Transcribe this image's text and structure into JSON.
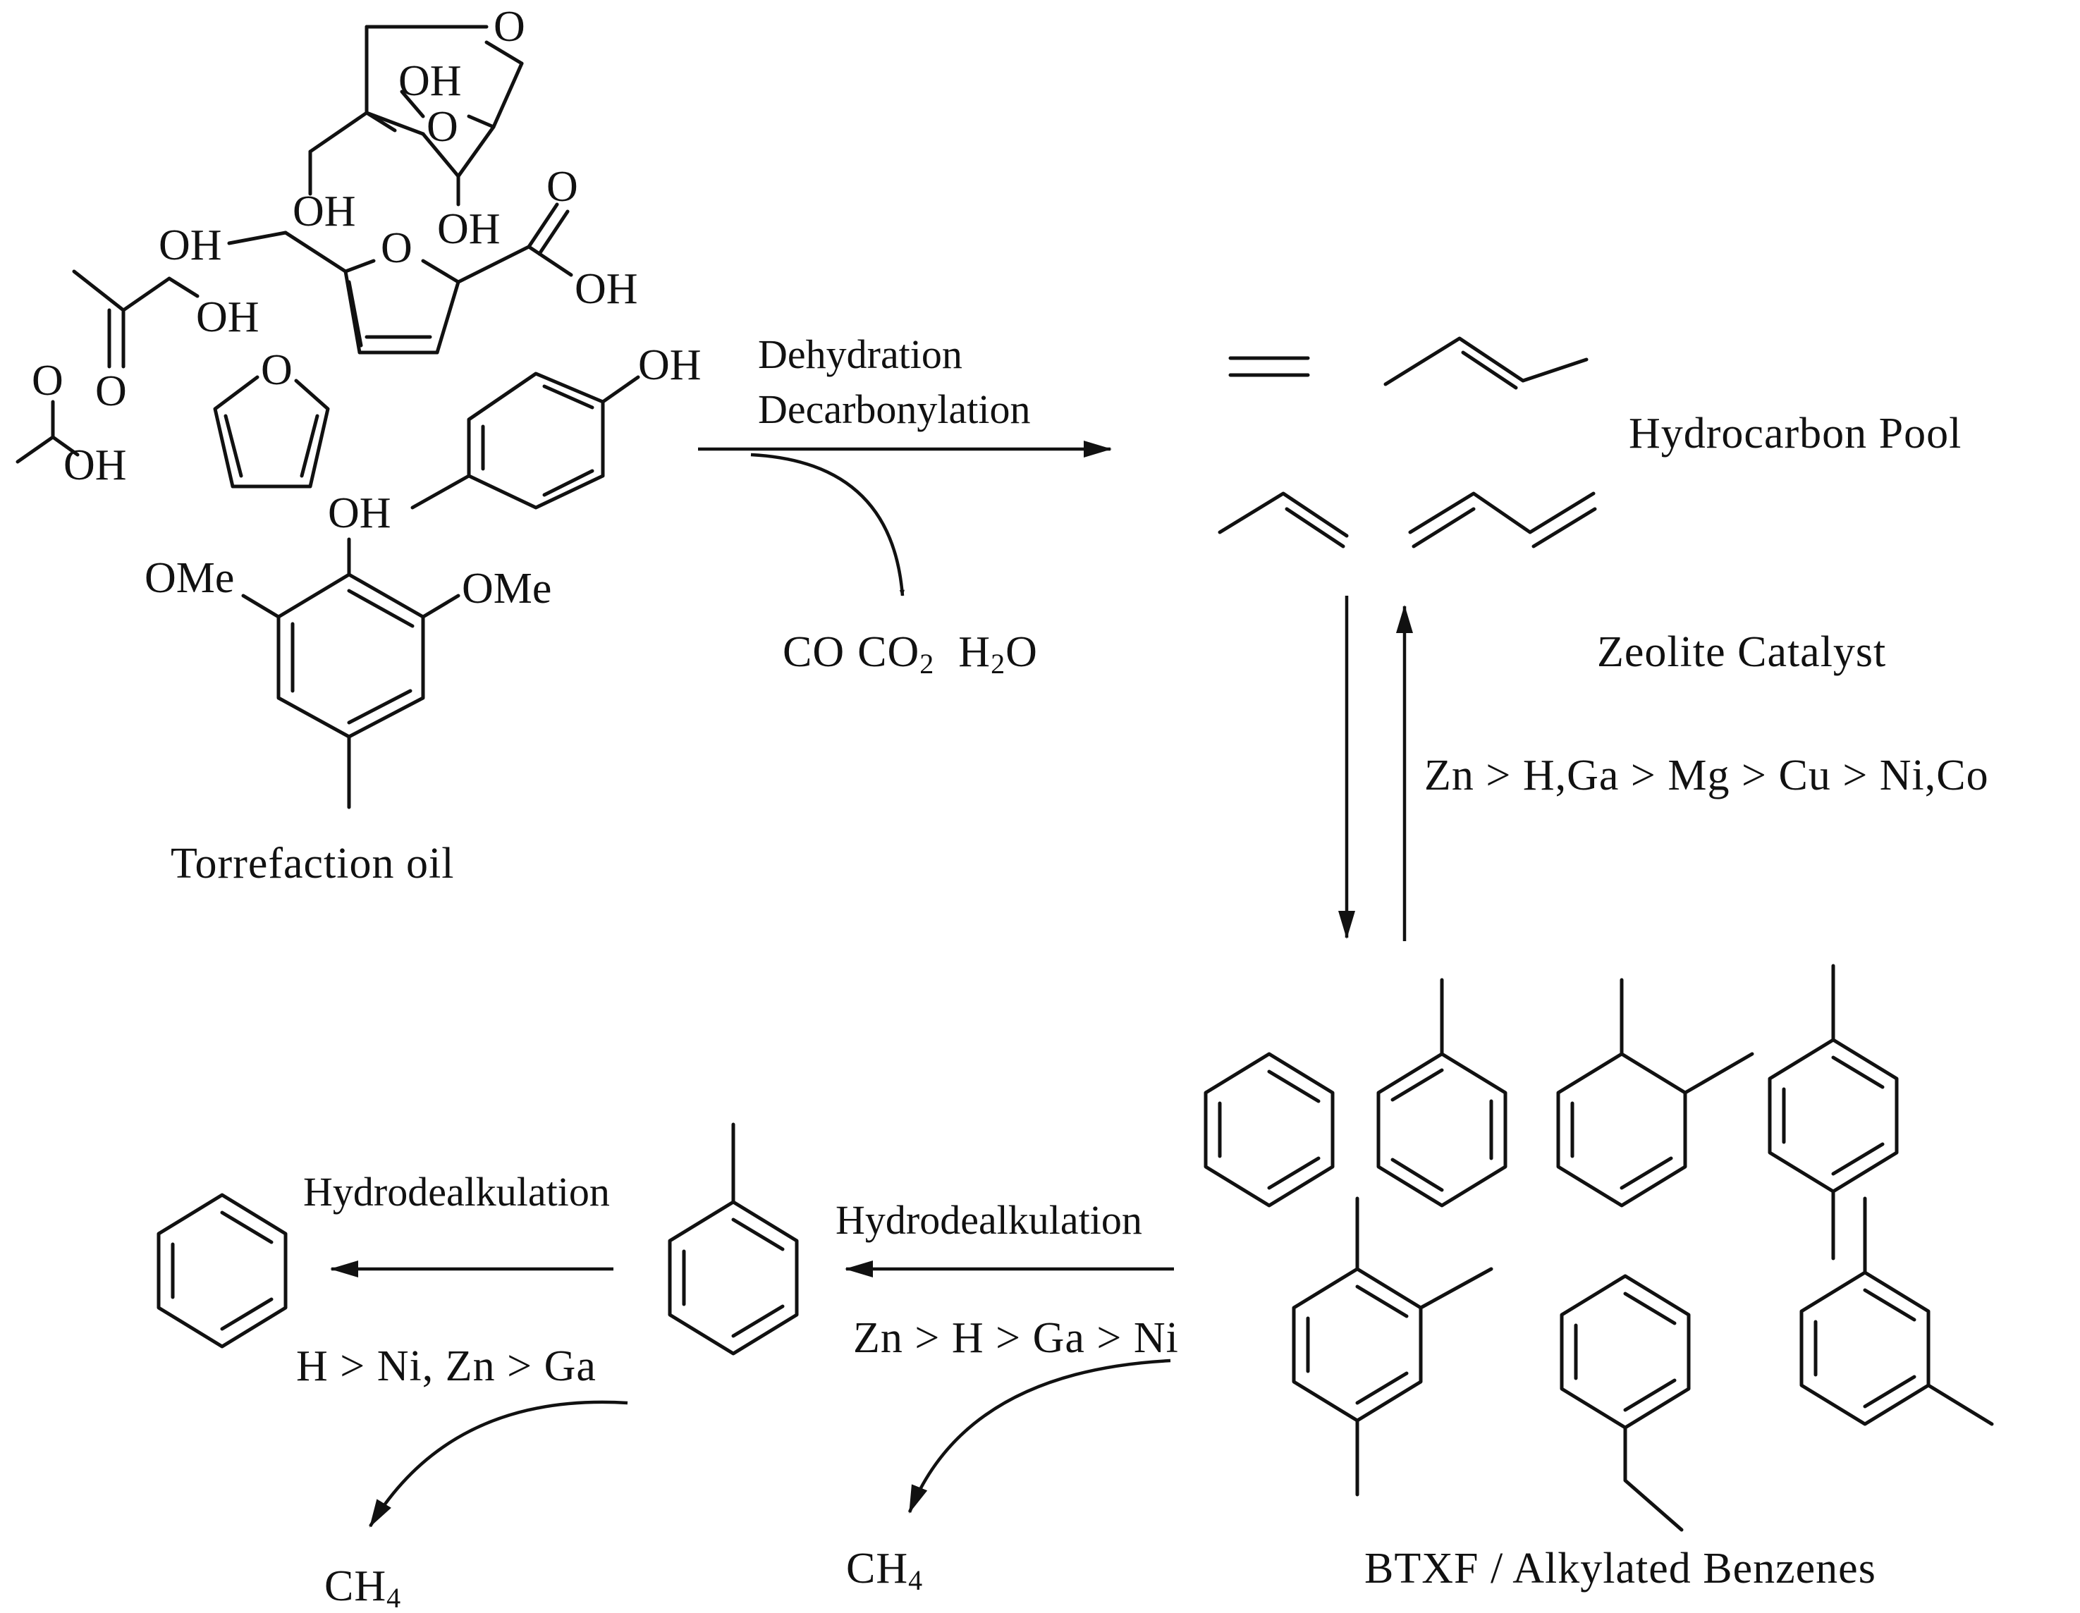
{
  "labels": {
    "torrefaction_oil": "Torrefaction oil",
    "step1_line1": "Dehydration",
    "step1_line2": "Decarbonylation",
    "byproducts": [
      "CO",
      "CO",
      "2",
      "H",
      "2",
      "O"
    ],
    "hydrocarbon_pool": "Hydrocarbon Pool",
    "zeolite_catalyst": "Zeolite Catalyst",
    "activity_order_1": "Zn > H,Ga > Mg > Cu > Ni,Co",
    "btxf": "BTXF / Alkylated Benzenes",
    "hydrodealk_1": "Hydrodealkulation",
    "activity_order_2": "Zn > H > Ga > Ni",
    "methane_1": [
      "CH",
      "4"
    ],
    "hydrodealk_2": "Hydrodealkulation",
    "activity_order_3": "H > Ni, Zn > Ga",
    "methane_2": [
      "CH",
      "4"
    ]
  },
  "atom_labels": {
    "oh": "OH",
    "o": "O",
    "ome": "OMe"
  }
}
